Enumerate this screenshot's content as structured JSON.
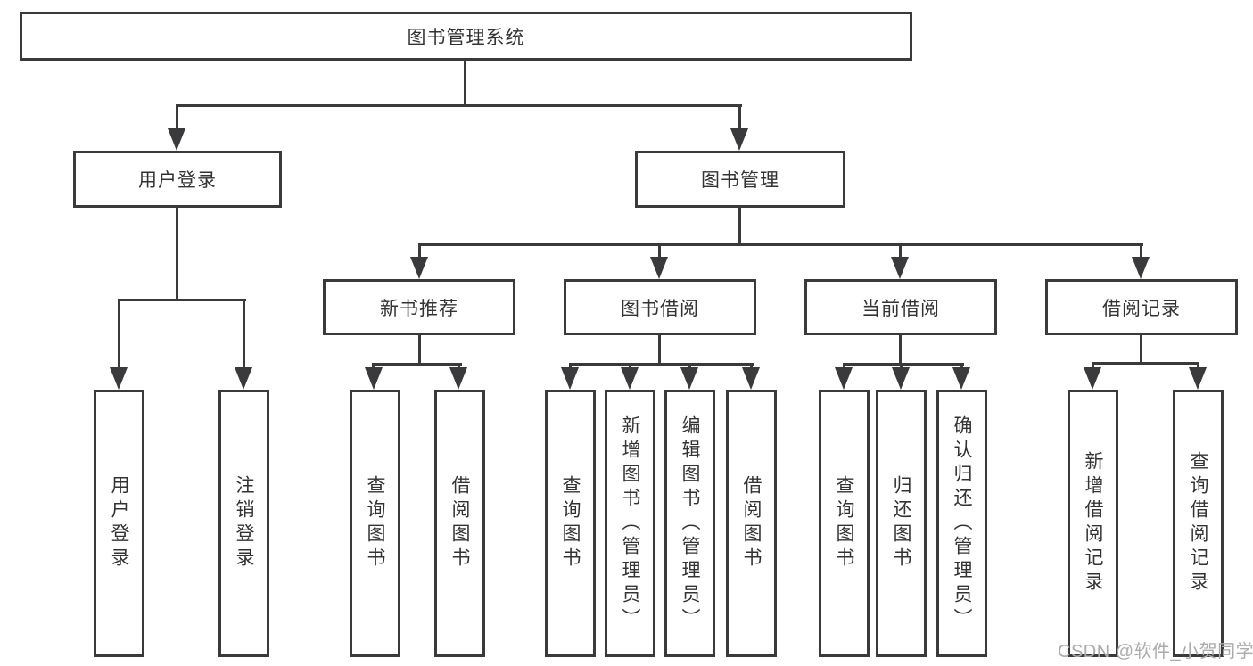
{
  "tree": {
    "root": "图书管理系统",
    "branches": [
      {
        "label": "用户登录",
        "leaves": [
          "用户登录",
          "注销登录"
        ]
      },
      {
        "label": "图书管理",
        "groups": [
          {
            "label": "新书推荐",
            "leaves": [
              "查询图书",
              "借阅图书"
            ]
          },
          {
            "label": "图书借阅",
            "leaves": [
              "查询图书",
              "新增图书（管理员）",
              "编辑图书（管理员）",
              "借阅图书"
            ]
          },
          {
            "label": "当前借阅",
            "leaves": [
              "查询图书",
              "归还图书",
              "确认归还（管理员）"
            ]
          },
          {
            "label": "借阅记录",
            "leaves": [
              "新增借阅记录",
              "查询借阅记录"
            ]
          }
        ]
      }
    ]
  },
  "watermark": "CSDN @软件_小贺同学",
  "colors": {
    "line": "#3a3a3c",
    "text": "#333333",
    "box_background": "#ffffff",
    "watermark": "#ababab",
    "background": "#ffffff"
  }
}
